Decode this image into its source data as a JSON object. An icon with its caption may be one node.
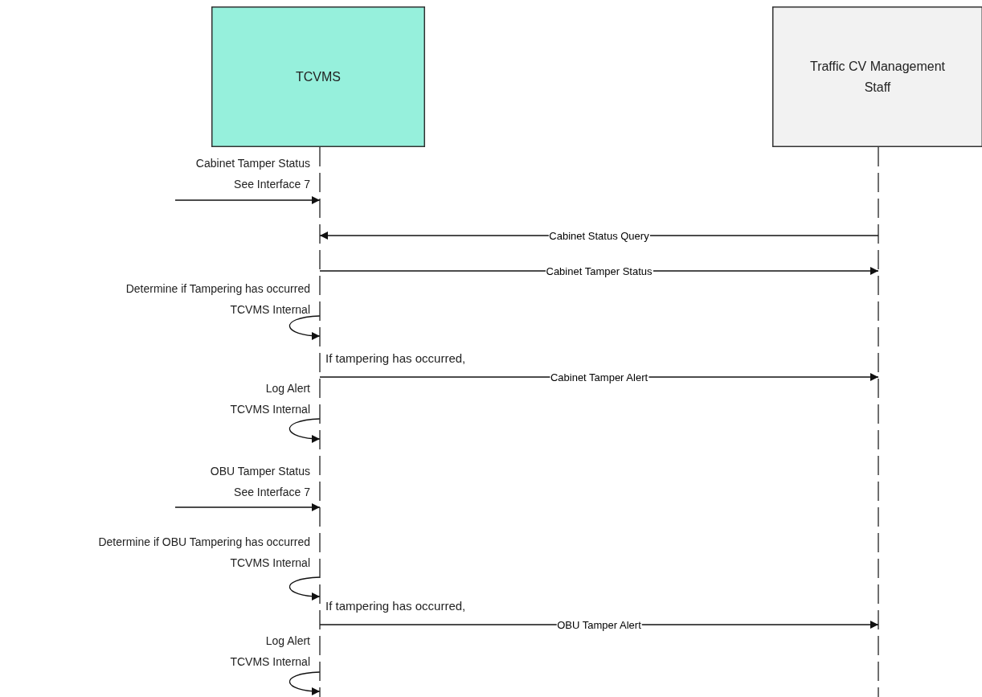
{
  "diagram": {
    "nodes": [
      {
        "text": [
          "TCVMS"
        ]
      },
      {
        "text": [
          "Traffic CV Management Staff"
        ]
      }
    ],
    "edges": [
      {
        "from": null,
        "to": 0,
        "arrow": "to",
        "label": "Cabinet Tamper Status See Interface 7"
      },
      {
        "from": 1,
        "to": 0,
        "arrow": "to",
        "label": "Cabinet Status Query"
      },
      {
        "from": 0,
        "to": 1,
        "arrow": "to",
        "label": "Cabinet Tamper Status"
      },
      {
        "from": 0,
        "to": 0,
        "arrow": "to",
        "label": "Determine if Tampering has occurred TCVMS Internal"
      },
      {
        "from": 0,
        "to": 1,
        "arrow": "to",
        "label": "Cabinet Tamper Alert"
      },
      {
        "from": 0,
        "to": 0,
        "arrow": "to",
        "label": "Log Alert TCVMS Internal"
      },
      {
        "from": null,
        "to": 0,
        "arrow": "to",
        "label": "OBU Tamper Status See Interface 7"
      },
      {
        "from": 0,
        "to": 0,
        "arrow": "to",
        "label": "Determine if OBU Tampering has occurred TCVMS Internal"
      },
      {
        "from": 0,
        "to": 1,
        "arrow": "to",
        "label": "OBU Tamper Alert"
      },
      {
        "from": 0,
        "to": 0,
        "arrow": "to",
        "label": "Log Alert TCVMS Internal"
      }
    ],
    "labels": [
      "If tampering has occurred,",
      "If tampering has occurred,"
    ]
  }
}
